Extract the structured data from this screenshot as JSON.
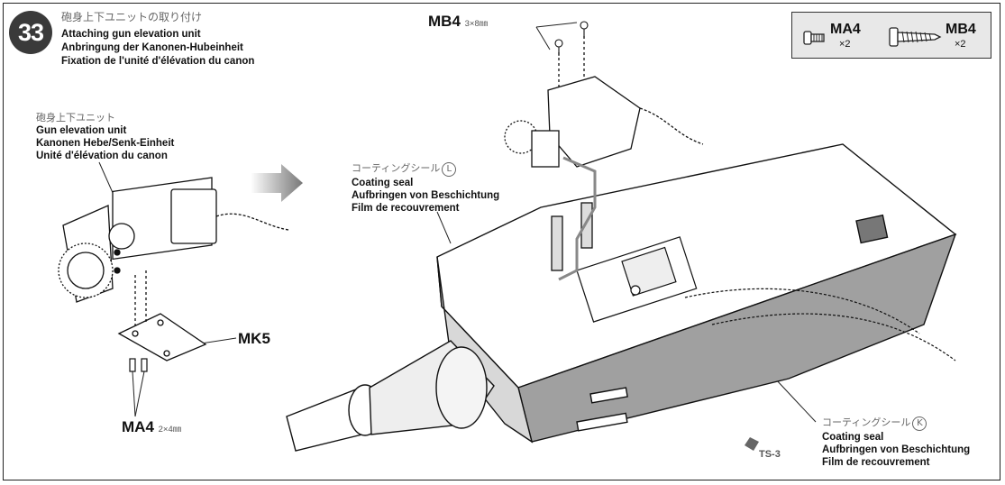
{
  "step": {
    "number": "33",
    "title_jp": "砲身上下ユニットの取り付け",
    "title_en": "Attaching gun elevation unit",
    "title_de": "Anbringung der Kanonen-Hubeinheit",
    "title_fr": "Fixation de l'unité d'élévation du canon"
  },
  "unit_label": {
    "jp": "砲身上下ユニット",
    "en": "Gun elevation unit",
    "de": "Kanonen Hebe/Senk-Einheit",
    "fr": "Unité d'élévation du canon"
  },
  "seal_l": {
    "jp": "コーティングシール",
    "mark": "L",
    "en": "Coating seal",
    "de": "Aufbringen von Beschichtung",
    "fr": "Film de recouvrement"
  },
  "seal_k": {
    "jp": "コーティングシール",
    "mark": "K",
    "en": "Coating seal",
    "de": "Aufbringen von Beschichtung",
    "fr": "Film de recouvrement"
  },
  "parts": {
    "mb4_label": "MB4",
    "mb4_size": "3×8㎜",
    "ma4_label": "MA4",
    "ma4_size": "2×4㎜",
    "mk5_label": "MK5",
    "ts3_label": "TS-3"
  },
  "hardware_box": {
    "item1_label": "MA4",
    "item1_qty": "×2",
    "item2_label": "MB4",
    "item2_qty": "×2"
  }
}
